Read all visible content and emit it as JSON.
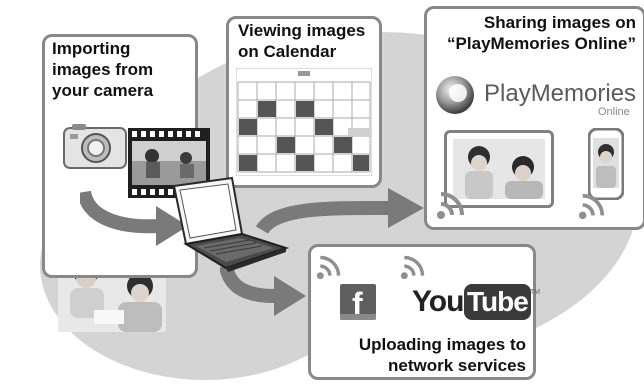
{
  "importing": {
    "lines": [
      "Importing",
      "images from",
      "your camera"
    ]
  },
  "calendar": {
    "lines": [
      "Viewing images",
      "on Calendar"
    ]
  },
  "sharing": {
    "lines": [
      "Sharing images on",
      "“PlayMemories Online”"
    ]
  },
  "brand": {
    "name": "PlayMemories",
    "sub": "Online"
  },
  "uploading": {
    "lines": [
      "Uploading images to",
      "network services"
    ]
  },
  "services": {
    "facebook": "f",
    "youtube_you": "You",
    "youtube_tube": "Tube",
    "youtube_tm": "TM"
  },
  "colors": {
    "panel_border": "#888888",
    "background_blob": "#d4d4d4",
    "arrow": "#7a7a7a",
    "wifi": "#8f8f8f",
    "brand_text": "#5a5a5a"
  },
  "icons": [
    "camera-icon",
    "film-strip-icon",
    "laptop-icon",
    "wifi-icon",
    "facebook-icon",
    "youtube-icon",
    "playmemories-logo-icon",
    "smartphone-icon",
    "photo-frame-icon",
    "calendar-icon"
  ]
}
